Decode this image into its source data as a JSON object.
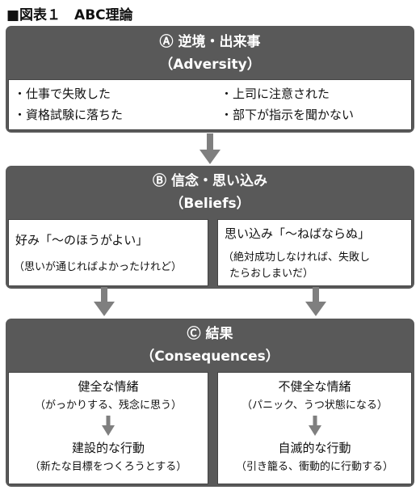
{
  "figure_title": "■図表１　ABC理論",
  "a": {
    "title": "Ⓐ 逆境・出来事",
    "subtitle": "（Adversity）",
    "items": [
      "・仕事で失敗した",
      "・資格試験に落ちた",
      "・上司に注意された",
      "・部下が指示を聞かない"
    ]
  },
  "b": {
    "title": "Ⓑ 信念・思い込み",
    "subtitle": "（Beliefs）",
    "left": {
      "main": "好み「〜のほうがよい」",
      "note": "（思いが通じればよかったけれど）"
    },
    "right": {
      "main": "思い込み「〜ねばならぬ」",
      "note_line1": "（絶対成功しなければ、失敗し",
      "note_line2": "たらおしまいだ）"
    }
  },
  "c": {
    "title": "Ⓒ 結果",
    "subtitle": "（Consequences）",
    "left": {
      "emotion": "健全な情緒",
      "emotion_note": "（がっかりする、残念に思う）",
      "behavior": "建設的な行動",
      "behavior_note": "（新たな目標をつくろうとする）"
    },
    "right": {
      "emotion": "不健全な情緒",
      "emotion_note": "（パニック、うつ状態になる）",
      "behavior": "自滅的な行動",
      "behavior_note": "（引き籠る、衝動的に行動する）"
    }
  },
  "colors": {
    "panel": "#595959",
    "arrow": "#7f7f7f"
  }
}
